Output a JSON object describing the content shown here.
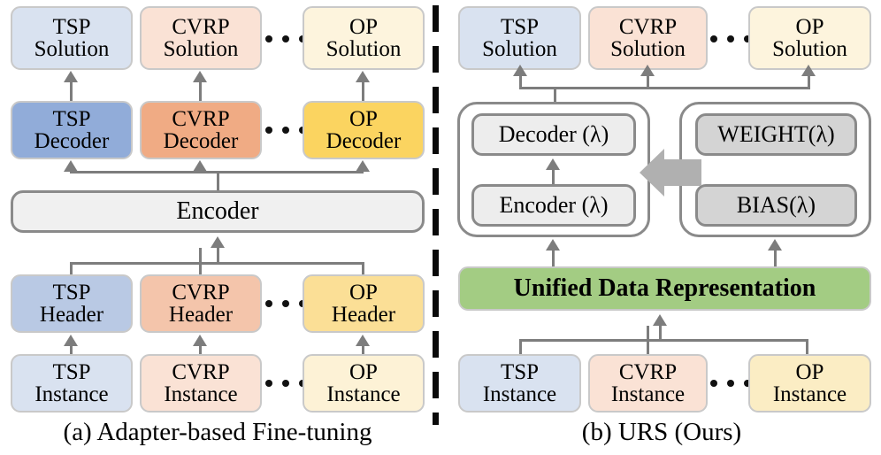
{
  "figure": {
    "panels": [
      {
        "id": "a",
        "caption": "(a) Adapter-based Fine-tuning",
        "rows": {
          "solution": [
            {
              "label": "TSP\nSolution",
              "color": "#d9e2f0"
            },
            {
              "label": "CVRP\nSolution",
              "color": "#fae2d5"
            },
            {
              "label": "OP\nSolution",
              "color": "#fdf4dd"
            }
          ],
          "decoder": [
            {
              "label": "TSP\nDecoder",
              "color": "#91acd9"
            },
            {
              "label": "CVRP\nDecoder",
              "color": "#f0ab84"
            },
            {
              "label": "OP\nDecoder",
              "color": "#fbd460"
            }
          ],
          "encoder": {
            "label": "Encoder",
            "color": "#f0f0f0"
          },
          "header": [
            {
              "label": "TSP\nHeader",
              "color": "#b9c9e4"
            },
            {
              "label": "CVRP\nHeader",
              "color": "#f4c5ab"
            },
            {
              "label": "OP\nHeader",
              "color": "#fbdf96"
            }
          ],
          "instance": [
            {
              "label": "TSP\nInstance",
              "color": "#d9e2f0"
            },
            {
              "label": "CVRP\nInstance",
              "color": "#fae2d5"
            },
            {
              "label": "OP\nInstance",
              "color": "#fdf2d6"
            }
          ]
        },
        "ellipsis": "..."
      },
      {
        "id": "b",
        "caption": "(b) URS (Ours)",
        "rows": {
          "solution": [
            {
              "label": "TSP\nSolution",
              "color": "#d9e2f0"
            },
            {
              "label": "CVRP\nSolution",
              "color": "#fae2d5"
            },
            {
              "label": "OP\nSolution",
              "color": "#fdf4dd"
            }
          ],
          "model_modules": [
            {
              "label": "Decoder (λ)",
              "color": "#ededed"
            },
            {
              "label": "Encoder (λ)",
              "color": "#ededed"
            }
          ],
          "param_modules": [
            {
              "label": "WEIGHT(λ)",
              "color": "#d4d4d4"
            },
            {
              "label": "BIAS(λ)",
              "color": "#d4d4d4"
            }
          ],
          "unified": {
            "label": "Unified Data Representation",
            "color": "#a3cc83"
          },
          "instance": [
            {
              "label": "TSP\nInstance",
              "color": "#d9e2f0"
            },
            {
              "label": "CVRP\nInstance",
              "color": "#fae2d5"
            },
            {
              "label": "OP\nInstance",
              "color": "#fbedc4"
            }
          ]
        },
        "ellipsis": "..."
      }
    ],
    "colors": {
      "connector": "#7d7d7d",
      "divider": "#0a0a0a",
      "container_border": "#8a8a8a",
      "block_arrow": "#b0b0b0"
    }
  }
}
